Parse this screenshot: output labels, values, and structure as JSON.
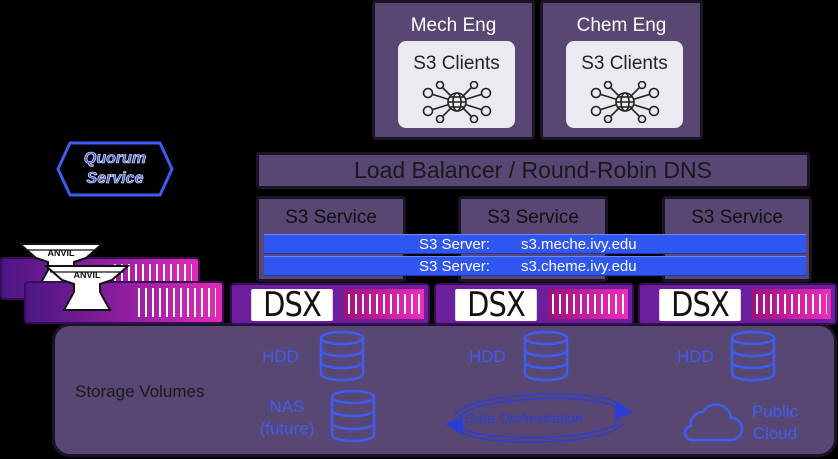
{
  "departments": [
    {
      "title": "Mech Eng",
      "clients_label": "S3 Clients",
      "icon": "network-clients-icon"
    },
    {
      "title": "Chem Eng",
      "clients_label": "S3 Clients",
      "icon": "network-clients-icon"
    }
  ],
  "load_balancer": {
    "label": "Load Balancer / Round-Robin DNS"
  },
  "s3_services": [
    {
      "title": "S3 Service"
    },
    {
      "title": "S3 Service"
    },
    {
      "title": "S3 Service"
    }
  ],
  "servers": [
    {
      "label": "S3 Server:",
      "value": "s3.meche.ivy.edu"
    },
    {
      "label": "S3 Server:",
      "value": "s3.cheme.ivy.edu"
    }
  ],
  "quorum": {
    "line1": "Quorum",
    "line2": "Service"
  },
  "anvil": {
    "label": "ANVIL"
  },
  "dsx_nodes": [
    {
      "label": "DSX"
    },
    {
      "label": "DSX"
    },
    {
      "label": "DSX"
    }
  ],
  "storage": {
    "title": "Storage Volumes",
    "hdd_label": "HDD",
    "nas_line1": "NAS",
    "nas_line2": "(future)",
    "orchestration": "Data Orchestration",
    "cloud_line1": "Public",
    "cloud_line2": "Cloud"
  },
  "colors": {
    "panel": "#584673",
    "accent_blue": "#3056f0",
    "dsx_purple": "#6b1f9d",
    "label_blue": "#3f5cf0"
  }
}
